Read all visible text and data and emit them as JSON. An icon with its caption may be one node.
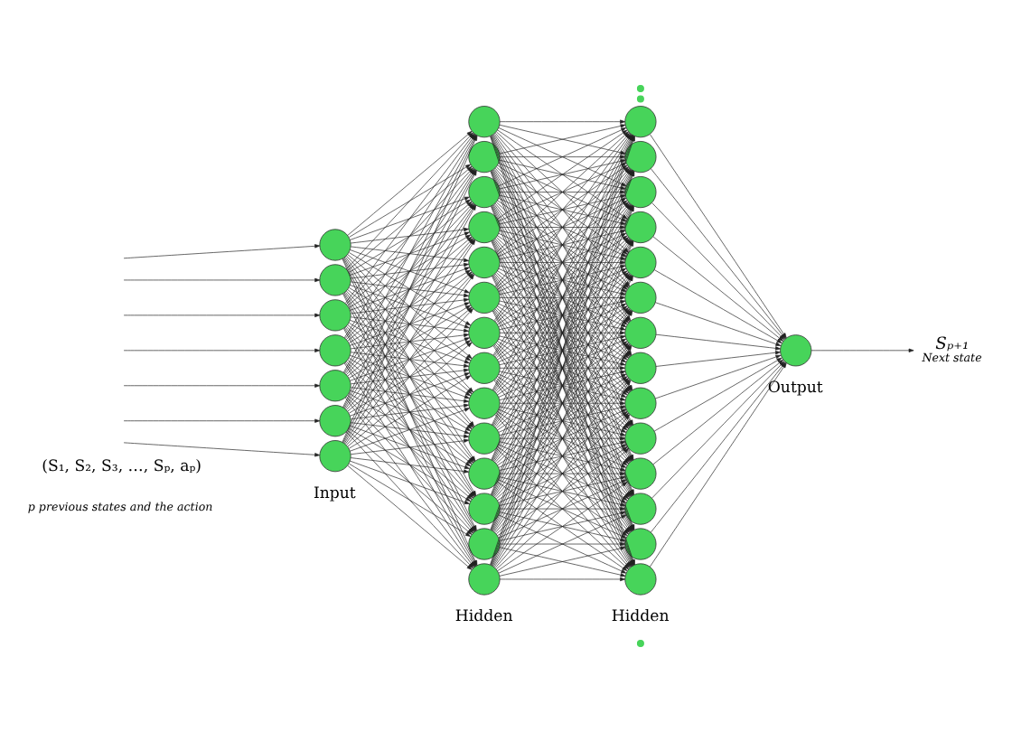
{
  "diagram": {
    "nodes": [
      {
        "text": [],
        "shape": "circle"
      },
      {
        "text": [],
        "shape": "circle"
      },
      {
        "text": [],
        "shape": "circle"
      },
      {
        "text": [],
        "shape": "circle"
      },
      {
        "text": [],
        "shape": "circle"
      },
      {
        "text": [],
        "shape": "circle"
      },
      {
        "text": [],
        "shape": "circle"
      },
      {
        "text": [],
        "shape": "circle"
      },
      {
        "text": [],
        "shape": "circle"
      },
      {
        "text": [],
        "shape": "circle"
      },
      {
        "text": [],
        "shape": "circle"
      },
      {
        "text": [],
        "shape": "circle"
      },
      {
        "text": [],
        "shape": "circle"
      },
      {
        "text": [],
        "shape": "circle"
      },
      {
        "text": [],
        "shape": "circle"
      },
      {
        "text": [],
        "shape": "circle"
      },
      {
        "text": [],
        "shape": "circle"
      },
      {
        "text": [],
        "shape": "circle"
      },
      {
        "text": [],
        "shape": "circle"
      },
      {
        "text": [],
        "shape": "circle"
      },
      {
        "text": [],
        "shape": "circle"
      },
      {
        "text": [],
        "shape": "circle"
      },
      {
        "text": [],
        "shape": "circle"
      },
      {
        "text": [],
        "shape": "circle"
      },
      {
        "text": [],
        "shape": "circle"
      },
      {
        "text": [],
        "shape": "circle"
      },
      {
        "text": [],
        "shape": "circle"
      },
      {
        "text": [],
        "shape": "circle"
      },
      {
        "text": [],
        "shape": "circle"
      },
      {
        "text": [],
        "shape": "circle"
      },
      {
        "text": [],
        "shape": "circle"
      },
      {
        "text": [],
        "shape": "circle"
      },
      {
        "text": [],
        "shape": "circle"
      },
      {
        "text": [],
        "shape": "circle"
      },
      {
        "text": [],
        "shape": "circle"
      },
      {
        "text": [],
        "shape": "circle"
      },
      {
        "text": [
          "Sₚ₊₁",
          "Next state"
        ]
      }
    ],
    "edges": [
      {
        "from": null,
        "to": 0,
        "arrow": "to"
      },
      {
        "from": null,
        "to": 1,
        "arrow": "to"
      },
      {
        "from": null,
        "to": 2,
        "arrow": "to"
      },
      {
        "from": null,
        "to": 3,
        "arrow": "to"
      },
      {
        "from": null,
        "to": 4,
        "arrow": "to"
      },
      {
        "from": null,
        "to": 5,
        "arrow": "to"
      },
      {
        "from": null,
        "to": 6,
        "arrow": "to"
      },
      {
        "from": 0,
        "to": 7,
        "arrow": "to"
      },
      {
        "from": 0,
        "to": 8,
        "arrow": "to"
      },
      {
        "from": 0,
        "to": 9,
        "arrow": "to"
      },
      {
        "from": 0,
        "to": 10,
        "arrow": "to"
      },
      {
        "from": 0,
        "to": 11,
        "arrow": "to"
      },
      {
        "from": 0,
        "to": 12,
        "arrow": "to"
      },
      {
        "from": 0,
        "to": 13,
        "arrow": "to"
      },
      {
        "from": 0,
        "to": 14,
        "arrow": "to"
      },
      {
        "from": 0,
        "to": 15,
        "arrow": "to"
      },
      {
        "from": 0,
        "to": 16,
        "arrow": "to"
      },
      {
        "from": 0,
        "to": 17,
        "arrow": "to"
      },
      {
        "from": 0,
        "to": 18,
        "arrow": "to"
      },
      {
        "from": 0,
        "to": 19,
        "arrow": "to"
      },
      {
        "from": 0,
        "to": 20,
        "arrow": "to"
      },
      {
        "from": 1,
        "to": 7,
        "arrow": "to"
      },
      {
        "from": 1,
        "to": 8,
        "arrow": "to"
      },
      {
        "from": 1,
        "to": 9,
        "arrow": "to"
      },
      {
        "from": 1,
        "to": 10,
        "arrow": "to"
      },
      {
        "from": 1,
        "to": 11,
        "arrow": "to"
      },
      {
        "from": 1,
        "to": 12,
        "arrow": "to"
      },
      {
        "from": 1,
        "to": 13,
        "arrow": "to"
      },
      {
        "from": 1,
        "to": 14,
        "arrow": "to"
      },
      {
        "from": 1,
        "to": 15,
        "arrow": "to"
      },
      {
        "from": 1,
        "to": 16,
        "arrow": "to"
      },
      {
        "from": 1,
        "to": 17,
        "arrow": "to"
      },
      {
        "from": 1,
        "to": 18,
        "arrow": "to"
      },
      {
        "from": 1,
        "to": 19,
        "arrow": "to"
      },
      {
        "from": 1,
        "to": 20,
        "arrow": "to"
      },
      {
        "from": 2,
        "to": 7,
        "arrow": "to"
      },
      {
        "from": 2,
        "to": 8,
        "arrow": "to"
      },
      {
        "from": 2,
        "to": 9,
        "arrow": "to"
      },
      {
        "from": 2,
        "to": 10,
        "arrow": "to"
      },
      {
        "from": 2,
        "to": 11,
        "arrow": "to"
      },
      {
        "from": 2,
        "to": 12,
        "arrow": "to"
      },
      {
        "from": 2,
        "to": 13,
        "arrow": "to"
      },
      {
        "from": 2,
        "to": 14,
        "arrow": "to"
      },
      {
        "from": 2,
        "to": 15,
        "arrow": "to"
      },
      {
        "from": 2,
        "to": 16,
        "arrow": "to"
      },
      {
        "from": 2,
        "to": 17,
        "arrow": "to"
      },
      {
        "from": 2,
        "to": 18,
        "arrow": "to"
      },
      {
        "from": 2,
        "to": 19,
        "arrow": "to"
      },
      {
        "from": 2,
        "to": 20,
        "arrow": "to"
      },
      {
        "from": 3,
        "to": 7,
        "arrow": "to"
      },
      {
        "from": 3,
        "to": 8,
        "arrow": "to"
      },
      {
        "from": 3,
        "to": 9,
        "arrow": "to"
      },
      {
        "from": 3,
        "to": 10,
        "arrow": "to"
      },
      {
        "from": 3,
        "to": 11,
        "arrow": "to"
      },
      {
        "from": 3,
        "to": 12,
        "arrow": "to"
      },
      {
        "from": 3,
        "to": 13,
        "arrow": "to"
      },
      {
        "from": 3,
        "to": 14,
        "arrow": "to"
      },
      {
        "from": 3,
        "to": 15,
        "arrow": "to"
      },
      {
        "from": 3,
        "to": 16,
        "arrow": "to"
      },
      {
        "from": 3,
        "to": 17,
        "arrow": "to"
      },
      {
        "from": 3,
        "to": 18,
        "arrow": "to"
      },
      {
        "from": 3,
        "to": 19,
        "arrow": "to"
      },
      {
        "from": 3,
        "to": 20,
        "arrow": "to"
      },
      {
        "from": 4,
        "to": 7,
        "arrow": "to"
      },
      {
        "from": 4,
        "to": 8,
        "arrow": "to"
      },
      {
        "from": 4,
        "to": 9,
        "arrow": "to"
      },
      {
        "from": 4,
        "to": 10,
        "arrow": "to"
      },
      {
        "from": 4,
        "to": 11,
        "arrow": "to"
      },
      {
        "from": 4,
        "to": 12,
        "arrow": "to"
      },
      {
        "from": 4,
        "to": 13,
        "arrow": "to"
      },
      {
        "from": 4,
        "to": 14,
        "arrow": "to"
      },
      {
        "from": 4,
        "to": 15,
        "arrow": "to"
      },
      {
        "from": 4,
        "to": 16,
        "arrow": "to"
      },
      {
        "from": 4,
        "to": 17,
        "arrow": "to"
      },
      {
        "from": 4,
        "to": 18,
        "arrow": "to"
      },
      {
        "from": 4,
        "to": 19,
        "arrow": "to"
      },
      {
        "from": 4,
        "to": 20,
        "arrow": "to"
      },
      {
        "from": 5,
        "to": 7,
        "arrow": "to"
      },
      {
        "from": 5,
        "to": 8,
        "arrow": "to"
      },
      {
        "from": 5,
        "to": 9,
        "arrow": "to"
      },
      {
        "from": 5,
        "to": 10,
        "arrow": "to"
      },
      {
        "from": 5,
        "to": 11,
        "arrow": "to"
      },
      {
        "from": 5,
        "to": 12,
        "arrow": "to"
      },
      {
        "from": 5,
        "to": 13,
        "arrow": "to"
      },
      {
        "from": 5,
        "to": 14,
        "arrow": "to"
      },
      {
        "from": 5,
        "to": 15,
        "arrow": "to"
      },
      {
        "from": 5,
        "to": 16,
        "arrow": "to"
      },
      {
        "from": 5,
        "to": 17,
        "arrow": "to"
      },
      {
        "from": 5,
        "to": 18,
        "arrow": "to"
      },
      {
        "from": 5,
        "to": 19,
        "arrow": "to"
      },
      {
        "from": 5,
        "to": 20,
        "arrow": "to"
      },
      {
        "from": 6,
        "to": 7,
        "arrow": "to"
      },
      {
        "from": 6,
        "to": 8,
        "arrow": "to"
      },
      {
        "from": 6,
        "to": 9,
        "arrow": "to"
      },
      {
        "from": 6,
        "to": 10,
        "arrow": "to"
      },
      {
        "from": 6,
        "to": 11,
        "arrow": "to"
      },
      {
        "from": 6,
        "to": 12,
        "arrow": "to"
      },
      {
        "from": 6,
        "to": 13,
        "arrow": "to"
      },
      {
        "from": 6,
        "to": 14,
        "arrow": "to"
      },
      {
        "from": 6,
        "to": 15,
        "arrow": "to"
      },
      {
        "from": 6,
        "to": 16,
        "arrow": "to"
      },
      {
        "from": 6,
        "to": 17,
        "arrow": "to"
      },
      {
        "from": 6,
        "to": 18,
        "arrow": "to"
      },
      {
        "from": 6,
        "to": 19,
        "arrow": "to"
      },
      {
        "from": 6,
        "to": 20,
        "arrow": "to"
      },
      {
        "from": 7,
        "to": 21,
        "arrow": "to"
      },
      {
        "from": 7,
        "to": 22,
        "arrow": "to"
      },
      {
        "from": 7,
        "to": 23,
        "arrow": "to"
      },
      {
        "from": 7,
        "to": 24,
        "arrow": "to"
      },
      {
        "from": 7,
        "to": 25,
        "arrow": "to"
      },
      {
        "from": 7,
        "to": 26,
        "arrow": "to"
      },
      {
        "from": 7,
        "to": 27,
        "arrow": "to"
      },
      {
        "from": 7,
        "to": 28,
        "arrow": "to"
      },
      {
        "from": 7,
        "to": 29,
        "arrow": "to"
      },
      {
        "from": 7,
        "to": 30,
        "arrow": "to"
      },
      {
        "from": 7,
        "to": 31,
        "arrow": "to"
      },
      {
        "from": 7,
        "to": 32,
        "arrow": "to"
      },
      {
        "from": 7,
        "to": 33,
        "arrow": "to"
      },
      {
        "from": 7,
        "to": 34,
        "arrow": "to"
      },
      {
        "from": 8,
        "to": 21,
        "arrow": "to"
      },
      {
        "from": 8,
        "to": 22,
        "arrow": "to"
      },
      {
        "from": 8,
        "to": 23,
        "arrow": "to"
      },
      {
        "from": 8,
        "to": 24,
        "arrow": "to"
      },
      {
        "from": 8,
        "to": 25,
        "arrow": "to"
      },
      {
        "from": 8,
        "to": 26,
        "arrow": "to"
      },
      {
        "from": 8,
        "to": 27,
        "arrow": "to"
      },
      {
        "from": 8,
        "to": 28,
        "arrow": "to"
      },
      {
        "from": 8,
        "to": 29,
        "arrow": "to"
      },
      {
        "from": 8,
        "to": 30,
        "arrow": "to"
      },
      {
        "from": 8,
        "to": 31,
        "arrow": "to"
      },
      {
        "from": 8,
        "to": 32,
        "arrow": "to"
      },
      {
        "from": 8,
        "to": 33,
        "arrow": "to"
      },
      {
        "from": 8,
        "to": 34,
        "arrow": "to"
      },
      {
        "from": 9,
        "to": 21,
        "arrow": "to"
      },
      {
        "from": 9,
        "to": 22,
        "arrow": "to"
      },
      {
        "from": 9,
        "to": 23,
        "arrow": "to"
      },
      {
        "from": 9,
        "to": 24,
        "arrow": "to"
      },
      {
        "from": 9,
        "to": 25,
        "arrow": "to"
      },
      {
        "from": 9,
        "to": 26,
        "arrow": "to"
      },
      {
        "from": 9,
        "to": 27,
        "arrow": "to"
      },
      {
        "from": 9,
        "to": 28,
        "arrow": "to"
      },
      {
        "from": 9,
        "to": 29,
        "arrow": "to"
      },
      {
        "from": 9,
        "to": 30,
        "arrow": "to"
      },
      {
        "from": 9,
        "to": 31,
        "arrow": "to"
      },
      {
        "from": 9,
        "to": 32,
        "arrow": "to"
      },
      {
        "from": 9,
        "to": 33,
        "arrow": "to"
      },
      {
        "from": 9,
        "to": 34,
        "arrow": "to"
      },
      {
        "from": 10,
        "to": 21,
        "arrow": "to"
      },
      {
        "from": 10,
        "to": 22,
        "arrow": "to"
      },
      {
        "from": 10,
        "to": 23,
        "arrow": "to"
      },
      {
        "from": 10,
        "to": 24,
        "arrow": "to"
      },
      {
        "from": 10,
        "to": 25,
        "arrow": "to"
      },
      {
        "from": 10,
        "to": 26,
        "arrow": "to"
      },
      {
        "from": 10,
        "to": 27,
        "arrow": "to"
      },
      {
        "from": 10,
        "to": 28,
        "arrow": "to"
      },
      {
        "from": 10,
        "to": 29,
        "arrow": "to"
      },
      {
        "from": 10,
        "to": 30,
        "arrow": "to"
      },
      {
        "from": 10,
        "to": 31,
        "arrow": "to"
      },
      {
        "from": 10,
        "to": 32,
        "arrow": "to"
      },
      {
        "from": 10,
        "to": 33,
        "arrow": "to"
      },
      {
        "from": 10,
        "to": 34,
        "arrow": "to"
      },
      {
        "from": 11,
        "to": 21,
        "arrow": "to"
      },
      {
        "from": 11,
        "to": 22,
        "arrow": "to"
      },
      {
        "from": 11,
        "to": 23,
        "arrow": "to"
      },
      {
        "from": 11,
        "to": 24,
        "arrow": "to"
      },
      {
        "from": 11,
        "to": 25,
        "arrow": "to"
      },
      {
        "from": 11,
        "to": 26,
        "arrow": "to"
      },
      {
        "from": 11,
        "to": 27,
        "arrow": "to"
      },
      {
        "from": 11,
        "to": 28,
        "arrow": "to"
      },
      {
        "from": 11,
        "to": 29,
        "arrow": "to"
      },
      {
        "from": 11,
        "to": 30,
        "arrow": "to"
      },
      {
        "from": 11,
        "to": 31,
        "arrow": "to"
      },
      {
        "from": 11,
        "to": 32,
        "arrow": "to"
      },
      {
        "from": 11,
        "to": 33,
        "arrow": "to"
      },
      {
        "from": 11,
        "to": 34,
        "arrow": "to"
      },
      {
        "from": 12,
        "to": 21,
        "arrow": "to"
      },
      {
        "from": 12,
        "to": 22,
        "arrow": "to"
      },
      {
        "from": 12,
        "to": 23,
        "arrow": "to"
      },
      {
        "from": 12,
        "to": 24,
        "arrow": "to"
      },
      {
        "from": 12,
        "to": 25,
        "arrow": "to"
      },
      {
        "from": 12,
        "to": 26,
        "arrow": "to"
      },
      {
        "from": 12,
        "to": 27,
        "arrow": "to"
      },
      {
        "from": 12,
        "to": 28,
        "arrow": "to"
      },
      {
        "from": 12,
        "to": 29,
        "arrow": "to"
      },
      {
        "from": 12,
        "to": 30,
        "arrow": "to"
      },
      {
        "from": 12,
        "to": 31,
        "arrow": "to"
      },
      {
        "from": 12,
        "to": 32,
        "arrow": "to"
      },
      {
        "from": 12,
        "to": 33,
        "arrow": "to"
      },
      {
        "from": 12,
        "to": 34,
        "arrow": "to"
      },
      {
        "from": 13,
        "to": 21,
        "arrow": "to"
      },
      {
        "from": 13,
        "to": 22,
        "arrow": "to"
      },
      {
        "from": 13,
        "to": 23,
        "arrow": "to"
      },
      {
        "from": 13,
        "to": 24,
        "arrow": "to"
      },
      {
        "from": 13,
        "to": 25,
        "arrow": "to"
      },
      {
        "from": 13,
        "to": 26,
        "arrow": "to"
      },
      {
        "from": 13,
        "to": 27,
        "arrow": "to"
      },
      {
        "from": 13,
        "to": 28,
        "arrow": "to"
      },
      {
        "from": 13,
        "to": 29,
        "arrow": "to"
      },
      {
        "from": 13,
        "to": 30,
        "arrow": "to"
      },
      {
        "from": 13,
        "to": 31,
        "arrow": "to"
      },
      {
        "from": 13,
        "to": 32,
        "arrow": "to"
      },
      {
        "from": 13,
        "to": 33,
        "arrow": "to"
      },
      {
        "from": 13,
        "to": 34,
        "arrow": "to"
      },
      {
        "from": 14,
        "to": 21,
        "arrow": "to"
      },
      {
        "from": 14,
        "to": 22,
        "arrow": "to"
      },
      {
        "from": 14,
        "to": 23,
        "arrow": "to"
      },
      {
        "from": 14,
        "to": 24,
        "arrow": "to"
      },
      {
        "from": 14,
        "to": 25,
        "arrow": "to"
      },
      {
        "from": 14,
        "to": 26,
        "arrow": "to"
      },
      {
        "from": 14,
        "to": 27,
        "arrow": "to"
      },
      {
        "from": 14,
        "to": 28,
        "arrow": "to"
      },
      {
        "from": 14,
        "to": 29,
        "arrow": "to"
      },
      {
        "from": 14,
        "to": 30,
        "arrow": "to"
      },
      {
        "from": 14,
        "to": 31,
        "arrow": "to"
      },
      {
        "from": 14,
        "to": 32,
        "arrow": "to"
      },
      {
        "from": 14,
        "to": 33,
        "arrow": "to"
      },
      {
        "from": 14,
        "to": 34,
        "arrow": "to"
      },
      {
        "from": 15,
        "to": 21,
        "arrow": "to"
      },
      {
        "from": 15,
        "to": 22,
        "arrow": "to"
      },
      {
        "from": 15,
        "to": 23,
        "arrow": "to"
      },
      {
        "from": 15,
        "to": 24,
        "arrow": "to"
      },
      {
        "from": 15,
        "to": 25,
        "arrow": "to"
      },
      {
        "from": 15,
        "to": 26,
        "arrow": "to"
      },
      {
        "from": 15,
        "to": 27,
        "arrow": "to"
      },
      {
        "from": 15,
        "to": 28,
        "arrow": "to"
      },
      {
        "from": 15,
        "to": 29,
        "arrow": "to"
      },
      {
        "from": 15,
        "to": 30,
        "arrow": "to"
      },
      {
        "from": 15,
        "to": 31,
        "arrow": "to"
      },
      {
        "from": 15,
        "to": 32,
        "arrow": "to"
      },
      {
        "from": 15,
        "to": 33,
        "arrow": "to"
      },
      {
        "from": 15,
        "to": 34,
        "arrow": "to"
      },
      {
        "from": 16,
        "to": 21,
        "arrow": "to"
      },
      {
        "from": 16,
        "to": 22,
        "arrow": "to"
      },
      {
        "from": 16,
        "to": 23,
        "arrow": "to"
      },
      {
        "from": 16,
        "to": 24,
        "arrow": "to"
      },
      {
        "from": 16,
        "to": 25,
        "arrow": "to"
      },
      {
        "from": 16,
        "to": 26,
        "arrow": "to"
      },
      {
        "from": 16,
        "to": 27,
        "arrow": "to"
      },
      {
        "from": 16,
        "to": 28,
        "arrow": "to"
      },
      {
        "from": 16,
        "to": 29,
        "arrow": "to"
      },
      {
        "from": 16,
        "to": 30,
        "arrow": "to"
      },
      {
        "from": 16,
        "to": 31,
        "arrow": "to"
      },
      {
        "from": 16,
        "to": 32,
        "arrow": "to"
      },
      {
        "from": 16,
        "to": 33,
        "arrow": "to"
      },
      {
        "from": 16,
        "to": 34,
        "arrow": "to"
      },
      {
        "from": 17,
        "to": 21,
        "arrow": "to"
      },
      {
        "from": 17,
        "to": 22,
        "arrow": "to"
      },
      {
        "from": 17,
        "to": 23,
        "arrow": "to"
      },
      {
        "from": 17,
        "to": 24,
        "arrow": "to"
      },
      {
        "from": 17,
        "to": 25,
        "arrow": "to"
      },
      {
        "from": 17,
        "to": 26,
        "arrow": "to"
      },
      {
        "from": 17,
        "to": 27,
        "arrow": "to"
      },
      {
        "from": 17,
        "to": 28,
        "arrow": "to"
      },
      {
        "from": 17,
        "to": 29,
        "arrow": "to"
      },
      {
        "from": 17,
        "to": 30,
        "arrow": "to"
      },
      {
        "from": 17,
        "to": 31,
        "arrow": "to"
      },
      {
        "from": 17,
        "to": 32,
        "arrow": "to"
      },
      {
        "from": 17,
        "to": 33,
        "arrow": "to"
      },
      {
        "from": 17,
        "to": 34,
        "arrow": "to"
      },
      {
        "from": 18,
        "to": 21,
        "arrow": "to"
      },
      {
        "from": 18,
        "to": 22,
        "arrow": "to"
      },
      {
        "from": 18,
        "to": 23,
        "arrow": "to"
      },
      {
        "from": 18,
        "to": 24,
        "arrow": "to"
      },
      {
        "from": 18,
        "to": 25,
        "arrow": "to"
      },
      {
        "from": 18,
        "to": 26,
        "arrow": "to"
      },
      {
        "from": 18,
        "to": 27,
        "arrow": "to"
      },
      {
        "from": 18,
        "to": 28,
        "arrow": "to"
      },
      {
        "from": 18,
        "to": 29,
        "arrow": "to"
      },
      {
        "from": 18,
        "to": 30,
        "arrow": "to"
      },
      {
        "from": 18,
        "to": 31,
        "arrow": "to"
      },
      {
        "from": 18,
        "to": 32,
        "arrow": "to"
      },
      {
        "from": 18,
        "to": 33,
        "arrow": "to"
      },
      {
        "from": 18,
        "to": 34,
        "arrow": "to"
      },
      {
        "from": 19,
        "to": 21,
        "arrow": "to"
      },
      {
        "from": 19,
        "to": 22,
        "arrow": "to"
      },
      {
        "from": 19,
        "to": 23,
        "arrow": "to"
      },
      {
        "from": 19,
        "to": 24,
        "arrow": "to"
      },
      {
        "from": 19,
        "to": 25,
        "arrow": "to"
      },
      {
        "from": 19,
        "to": 26,
        "arrow": "to"
      },
      {
        "from": 19,
        "to": 27,
        "arrow": "to"
      },
      {
        "from": 19,
        "to": 28,
        "arrow": "to"
      },
      {
        "from": 19,
        "to": 29,
        "arrow": "to"
      },
      {
        "from": 19,
        "to": 30,
        "arrow": "to"
      },
      {
        "from": 19,
        "to": 31,
        "arrow": "to"
      },
      {
        "from": 19,
        "to": 32,
        "arrow": "to"
      },
      {
        "from": 19,
        "to": 33,
        "arrow": "to"
      },
      {
        "from": 19,
        "to": 34,
        "arrow": "to"
      },
      {
        "from": 20,
        "to": 21,
        "arrow": "to"
      },
      {
        "from": 20,
        "to": 22,
        "arrow": "to"
      },
      {
        "from": 20,
        "to": 23,
        "arrow": "to"
      },
      {
        "from": 20,
        "to": 24,
        "arrow": "to"
      },
      {
        "from": 20,
        "to": 25,
        "arrow": "to"
      },
      {
        "from": 20,
        "to": 26,
        "arrow": "to"
      },
      {
        "from": 20,
        "to": 27,
        "arrow": "to"
      },
      {
        "from": 20,
        "to": 28,
        "arrow": "to"
      },
      {
        "from": 20,
        "to": 29,
        "arrow": "to"
      },
      {
        "from": 20,
        "to": 30,
        "arrow": "to"
      },
      {
        "from": 20,
        "to": 31,
        "arrow": "to"
      },
      {
        "from": 20,
        "to": 32,
        "arrow": "to"
      },
      {
        "from": 20,
        "to": 33,
        "arrow": "to"
      },
      {
        "from": 20,
        "to": 34,
        "arrow": "to"
      },
      {
        "from": 21,
        "to": 35,
        "arrow": "to"
      },
      {
        "from": 22,
        "to": 35,
        "arrow": "to"
      },
      {
        "from": 23,
        "to": 35,
        "arrow": "to"
      },
      {
        "from": 24,
        "to": 35,
        "arrow": "to"
      },
      {
        "from": 25,
        "to": 35,
        "arrow": "to"
      },
      {
        "from": 26,
        "to": 35,
        "arrow": "to"
      },
      {
        "from": 27,
        "to": 35,
        "arrow": "to"
      },
      {
        "from": 28,
        "to": 35,
        "arrow": "to"
      },
      {
        "from": 29,
        "to": 35,
        "arrow": "to"
      },
      {
        "from": 30,
        "to": 35,
        "arrow": "to"
      },
      {
        "from": 31,
        "to": 35,
        "arrow": "to"
      },
      {
        "from": 32,
        "to": 35,
        "arrow": "to"
      },
      {
        "from": 33,
        "to": 35,
        "arrow": "to"
      },
      {
        "from": 34,
        "to": 35,
        "arrow": "to"
      },
      {
        "from": 35,
        "to": 36,
        "arrow": "to"
      }
    ],
    "labels": [
      "Output",
      "Hidden",
      "Hidden",
      "(S₁, S₂, S₃, …, Sₚ, aₚ)",
      "Input",
      "p previous states and the action"
    ]
  }
}
